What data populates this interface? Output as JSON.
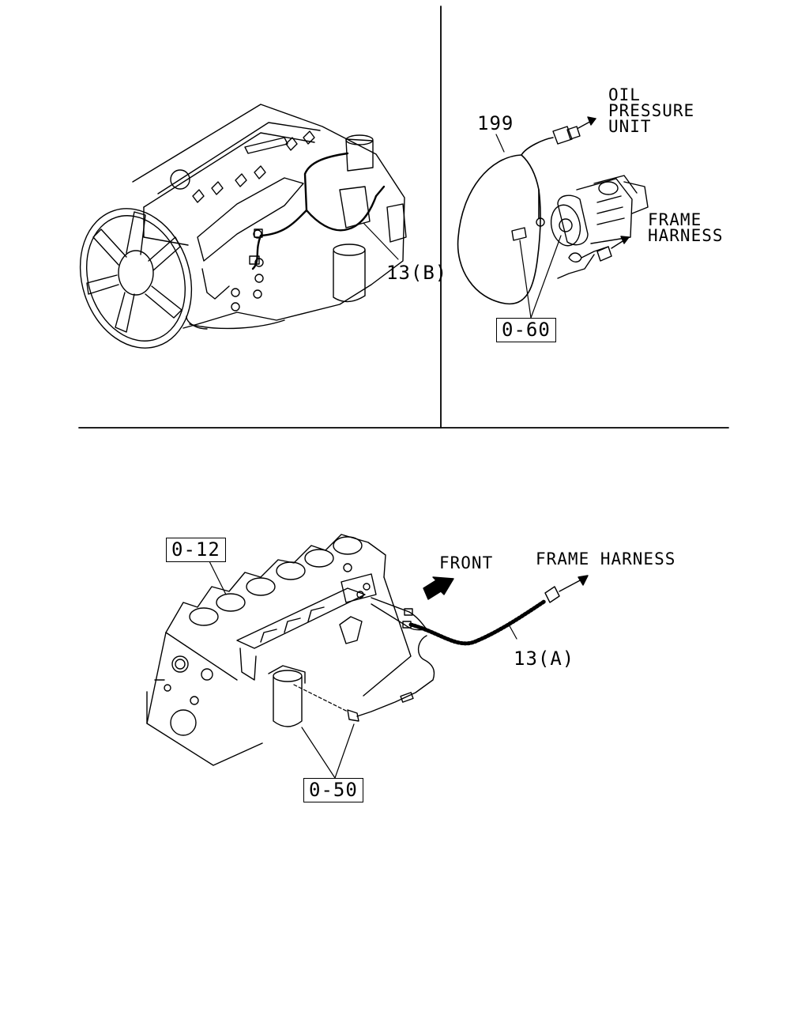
{
  "labels": {
    "callout_13b": "13(B)",
    "callout_199": "199",
    "oil_pressure_line1": "OIL",
    "oil_pressure_line2": "PRESSURE",
    "oil_pressure_line3": "UNIT",
    "frame_harness_top_line1": "FRAME",
    "frame_harness_top_line2": "HARNESS",
    "ref_0_60": "0-60",
    "ref_0_12": "0-12",
    "front": "FRONT",
    "frame_harness_bottom": "FRAME HARNESS",
    "callout_13a": "13(A)",
    "ref_0_50": "0-50"
  }
}
